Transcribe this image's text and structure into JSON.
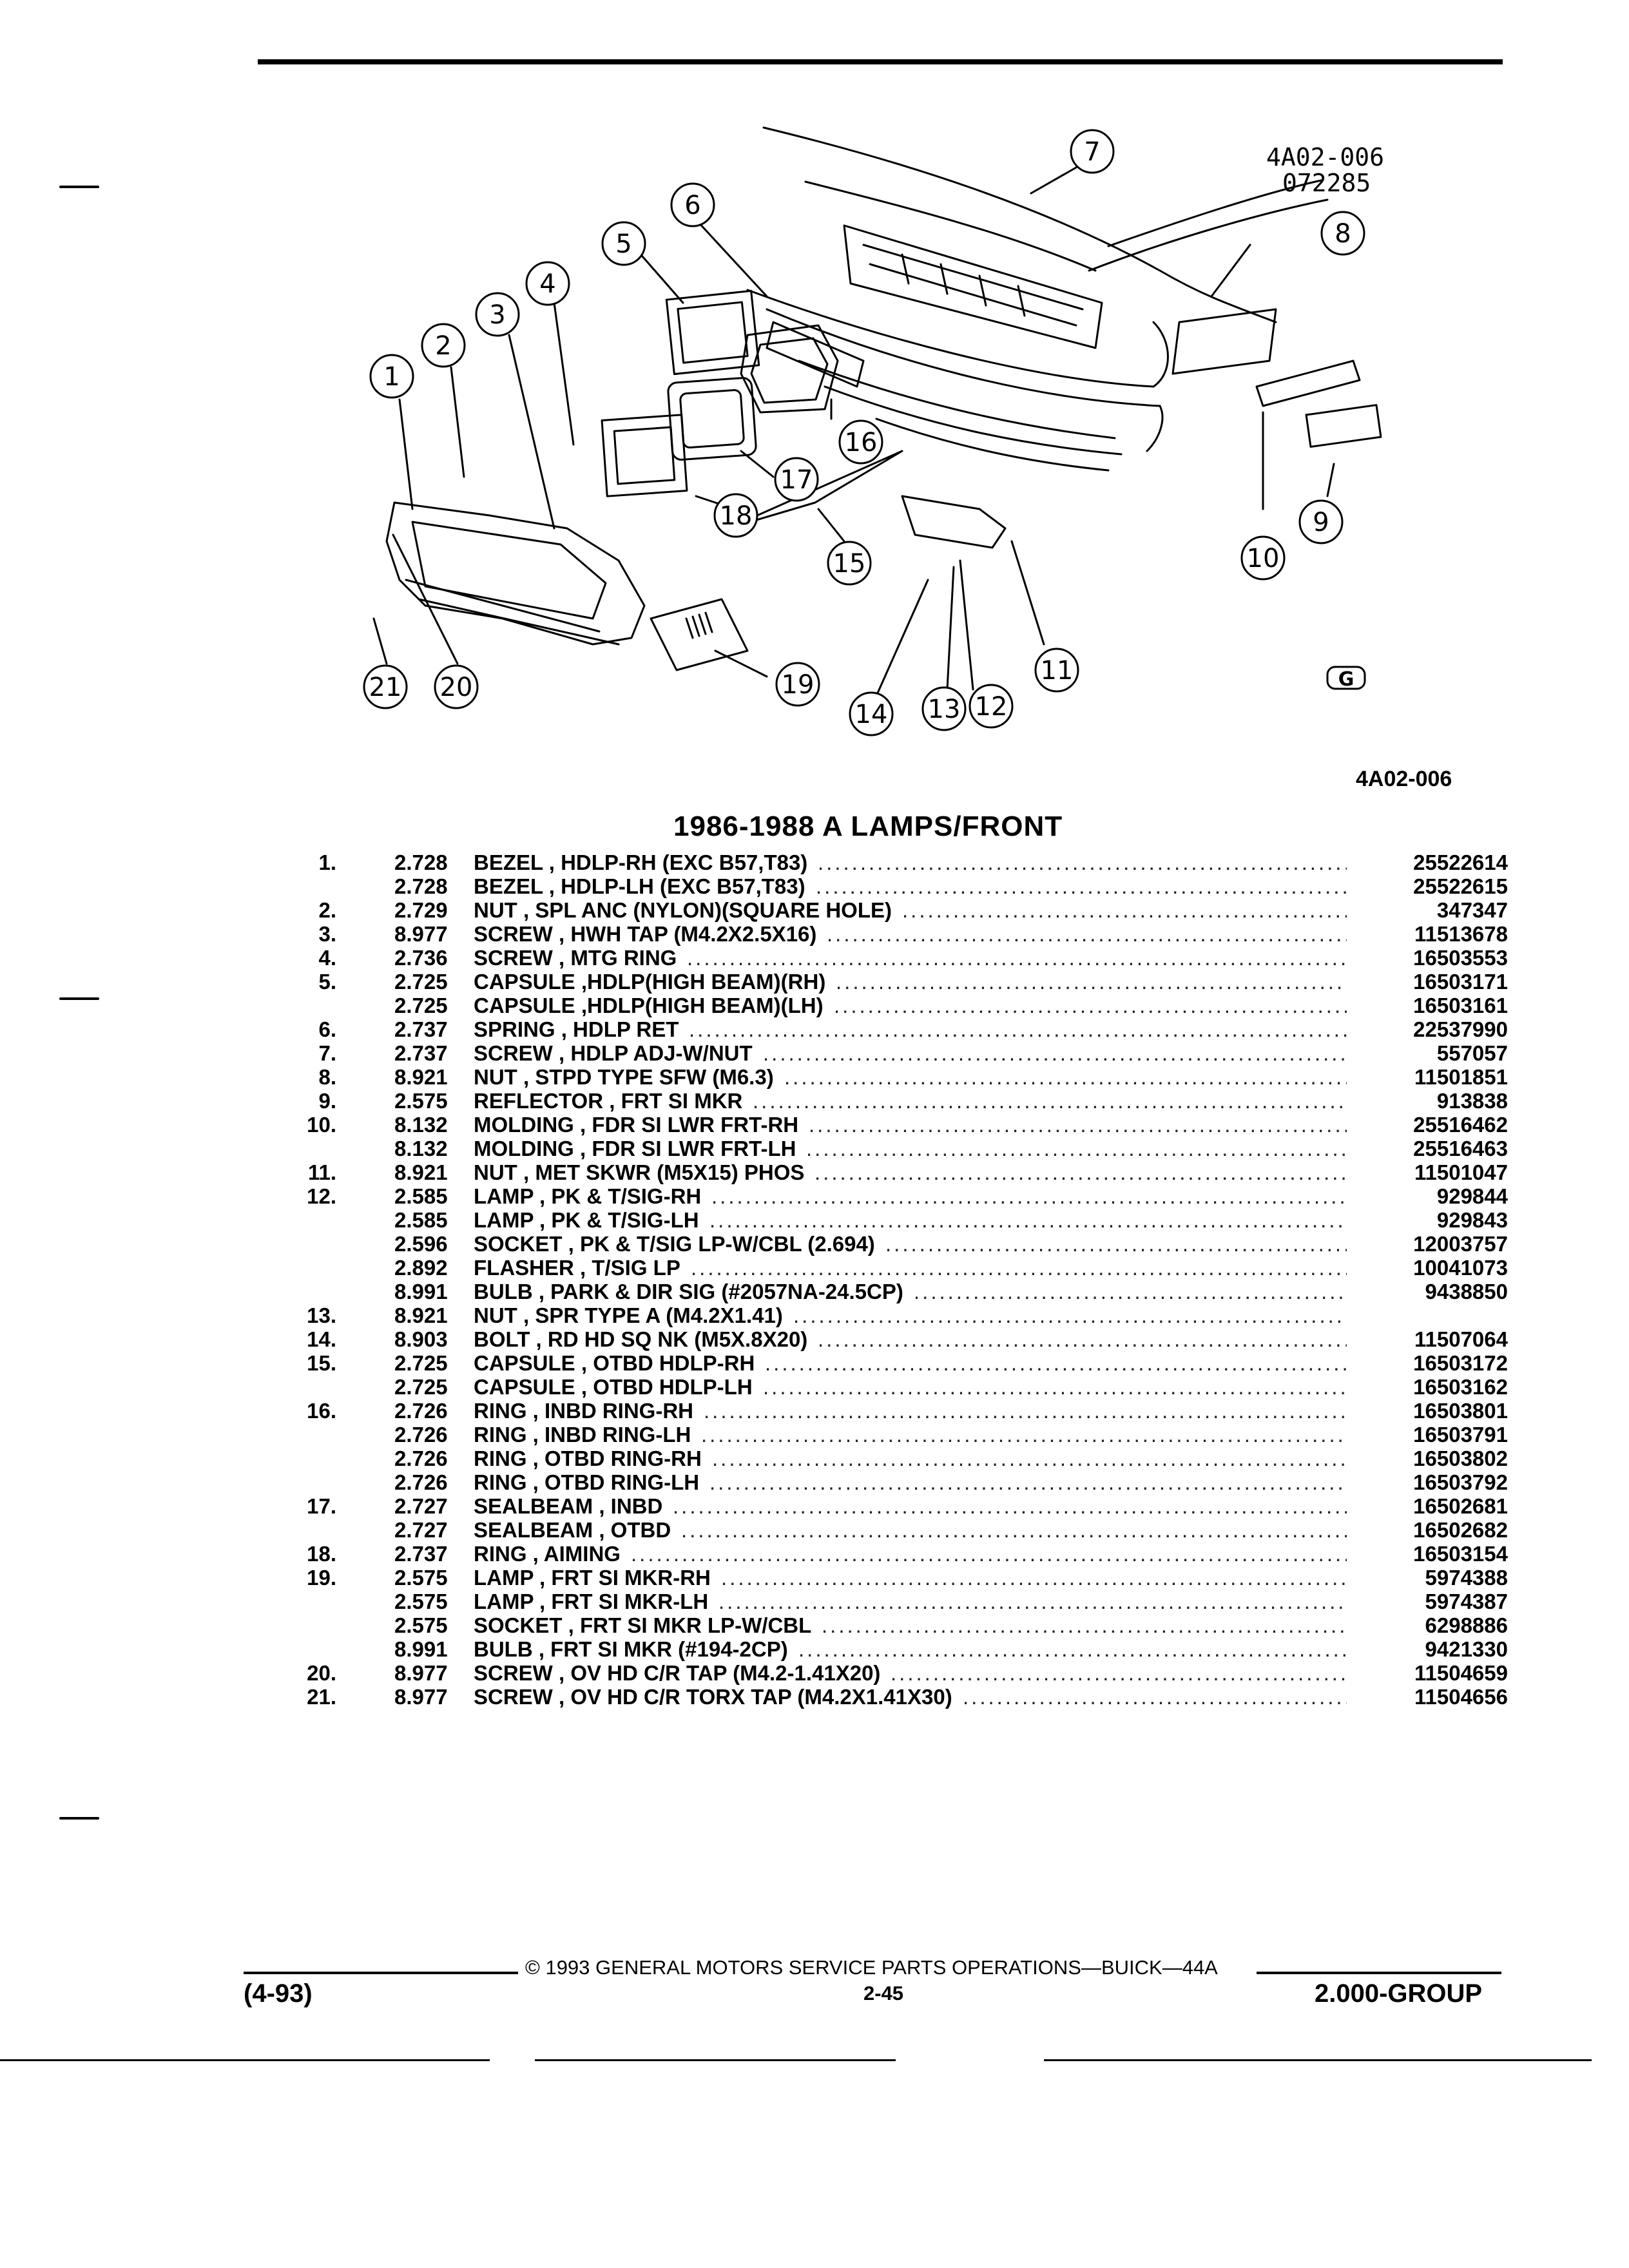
{
  "diagram": {
    "code_top": "4A02-006",
    "date_code": "072285",
    "callouts": [
      "1",
      "2",
      "3",
      "4",
      "5",
      "6",
      "7",
      "8",
      "9",
      "10",
      "11",
      "12",
      "13",
      "14",
      "15",
      "16",
      "17",
      "18",
      "19",
      "20",
      "21"
    ],
    "gm_mark": "G"
  },
  "figure_code": "4A02-006",
  "section_title": "1986-1988 A LAMPS/FRONT",
  "parts": [
    {
      "num": "1.",
      "grp": "2.728",
      "desc": "BEZEL , HDLP-RH (EXC B57,T83)",
      "pn": "25522614"
    },
    {
      "num": "",
      "grp": "2.728",
      "desc": "BEZEL , HDLP-LH (EXC B57,T83)",
      "pn": "25522615"
    },
    {
      "num": "2.",
      "grp": "2.729",
      "desc": "NUT , SPL ANC (NYLON)(SQUARE HOLE)",
      "pn": "347347"
    },
    {
      "num": "3.",
      "grp": "8.977",
      "desc": "SCREW , HWH TAP (M4.2X2.5X16)",
      "pn": "11513678"
    },
    {
      "num": "4.",
      "grp": "2.736",
      "desc": "SCREW , MTG RING",
      "pn": "16503553"
    },
    {
      "num": "5.",
      "grp": "2.725",
      "desc": "CAPSULE ,HDLP(HIGH BEAM)(RH)",
      "pn": "16503171"
    },
    {
      "num": "",
      "grp": "2.725",
      "desc": "CAPSULE ,HDLP(HIGH BEAM)(LH)",
      "pn": "16503161"
    },
    {
      "num": "6.",
      "grp": "2.737",
      "desc": "SPRING , HDLP RET",
      "pn": "22537990"
    },
    {
      "num": "7.",
      "grp": "2.737",
      "desc": "SCREW , HDLP ADJ-W/NUT",
      "pn": "557057"
    },
    {
      "num": "8.",
      "grp": "8.921",
      "desc": "NUT , STPD TYPE SFW (M6.3)",
      "pn": "11501851"
    },
    {
      "num": "9.",
      "grp": "2.575",
      "desc": "REFLECTOR , FRT SI MKR",
      "pn": "913838"
    },
    {
      "num": "10.",
      "grp": "8.132",
      "desc": "MOLDING , FDR SI LWR FRT-RH",
      "pn": "25516462"
    },
    {
      "num": "",
      "grp": "8.132",
      "desc": "MOLDING , FDR SI LWR FRT-LH",
      "pn": "25516463"
    },
    {
      "num": "11.",
      "grp": "8.921",
      "desc": "NUT , MET SKWR (M5X15) PHOS",
      "pn": "11501047"
    },
    {
      "num": "12.",
      "grp": "2.585",
      "desc": "LAMP , PK & T/SIG-RH",
      "pn": "929844"
    },
    {
      "num": "",
      "grp": "2.585",
      "desc": "LAMP , PK & T/SIG-LH",
      "pn": "929843"
    },
    {
      "num": "",
      "grp": "2.596",
      "desc": "SOCKET , PK & T/SIG LP-W/CBL (2.694)",
      "pn": "12003757"
    },
    {
      "num": "",
      "grp": "2.892",
      "desc": "FLASHER , T/SIG LP",
      "pn": "10041073"
    },
    {
      "num": "",
      "grp": "8.991",
      "desc": "BULB , PARK & DIR SIG (#2057NA-24.5CP)",
      "pn": "9438850"
    },
    {
      "num": "13.",
      "grp": "8.921",
      "desc": "NUT , SPR TYPE A (M4.2X1.41)",
      "pn": ""
    },
    {
      "num": "14.",
      "grp": "8.903",
      "desc": "BOLT , RD HD SQ NK (M5X.8X20)",
      "pn": "11507064"
    },
    {
      "num": "15.",
      "grp": "2.725",
      "desc": "CAPSULE , OTBD HDLP-RH",
      "pn": "16503172"
    },
    {
      "num": "",
      "grp": "2.725",
      "desc": "CAPSULE , OTBD HDLP-LH",
      "pn": "16503162"
    },
    {
      "num": "16.",
      "grp": "2.726",
      "desc": "RING , INBD RING-RH",
      "pn": "16503801"
    },
    {
      "num": "",
      "grp": "2.726",
      "desc": "RING , INBD RING-LH",
      "pn": "16503791"
    },
    {
      "num": "",
      "grp": "2.726",
      "desc": "RING , OTBD RING-RH",
      "pn": "16503802"
    },
    {
      "num": "",
      "grp": "2.726",
      "desc": "RING , OTBD RING-LH",
      "pn": "16503792"
    },
    {
      "num": "17.",
      "grp": "2.727",
      "desc": "SEALBEAM , INBD",
      "pn": "16502681"
    },
    {
      "num": "",
      "grp": "2.727",
      "desc": "SEALBEAM , OTBD",
      "pn": "16502682"
    },
    {
      "num": "18.",
      "grp": "2.737",
      "desc": "RING , AIMING",
      "pn": "16503154"
    },
    {
      "num": "19.",
      "grp": "2.575",
      "desc": "LAMP , FRT SI MKR-RH",
      "pn": "5974388"
    },
    {
      "num": "",
      "grp": "2.575",
      "desc": "LAMP , FRT SI MKR-LH",
      "pn": "5974387"
    },
    {
      "num": "",
      "grp": "2.575",
      "desc": "SOCKET , FRT SI MKR LP-W/CBL",
      "pn": "6298886"
    },
    {
      "num": "",
      "grp": "8.991",
      "desc": "BULB , FRT SI MKR (#194-2CP)",
      "pn": "9421330"
    },
    {
      "num": "20.",
      "grp": "8.977",
      "desc": "SCREW , OV HD C/R TAP (M4.2-1.41X20)",
      "pn": "11504659"
    },
    {
      "num": "21.",
      "grp": "8.977",
      "desc": "SCREW , OV HD C/R TORX TAP (M4.2X1.41X30)",
      "pn": "11504656"
    }
  ],
  "footer": {
    "copyright": "© 1993 GENERAL MOTORS SERVICE PARTS OPERATIONS—BUICK—44A",
    "page": "2-45",
    "date": "(4-93)",
    "group": "2.000-GROUP"
  }
}
